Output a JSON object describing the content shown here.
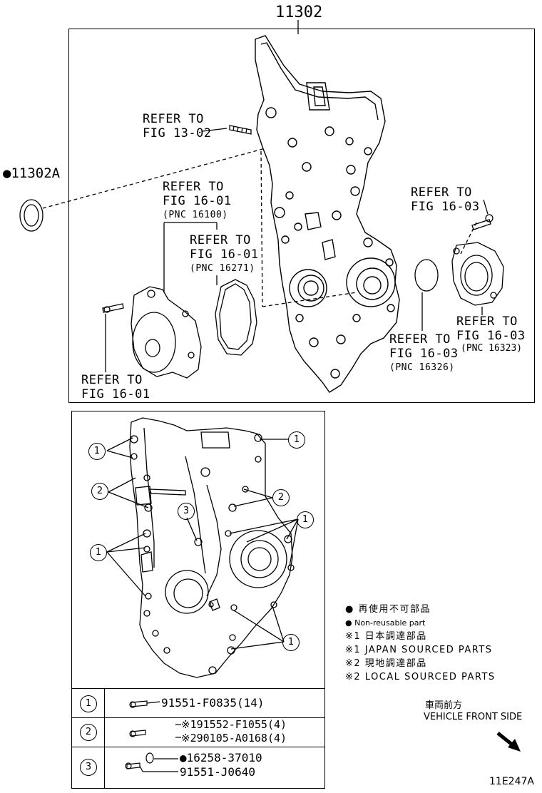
{
  "main_part_number": "11302",
  "seal_part": {
    "marker": "●",
    "number": "11302A"
  },
  "refers": {
    "r1": {
      "line1": "REFER TO",
      "line2": "FIG 13-02",
      "pnc": ""
    },
    "r2": {
      "line1": "REFER TO",
      "line2": "FIG 16-01",
      "pnc": "(PNC 16100)"
    },
    "r3": {
      "line1": "REFER TO",
      "line2": "FIG 16-01",
      "pnc": "(PNC 16271)"
    },
    "r4": {
      "line1": "REFER TO",
      "line2": "FIG 16-03",
      "pnc": ""
    },
    "r5": {
      "line1": "REFER TO",
      "line2": "FIG 16-03",
      "pnc": "(PNC 16323)"
    },
    "r6": {
      "line1": "REFER TO",
      "line2": "FIG 16-03",
      "pnc": "(PNC 16326)"
    },
    "r7": {
      "line1": "REFER TO",
      "line2": "FIG 16-01",
      "pnc": ""
    }
  },
  "bolt_callouts": {
    "c1": "1",
    "c2": "2",
    "c3": "3"
  },
  "legend": {
    "line1": "● 再使用不可部品",
    "line2": "● Non-reusable part",
    "line3": "※1 日本調達部品",
    "line4": "※1 JAPAN SOURCED PARTS",
    "line5": "※2 現地調達部品",
    "line6": "※2 LOCAL SOURCED PARTS"
  },
  "table": {
    "rows": [
      {
        "index": "1",
        "parts": [
          "91551-F0835(14)"
        ]
      },
      {
        "index": "2",
        "parts": [
          "※191552-F1055(4)",
          "※290105-A0168(4)"
        ]
      },
      {
        "index": "3",
        "parts": [
          "●16258-37010",
          "91551-J0640"
        ]
      }
    ]
  },
  "direction": {
    "jp": "車両前方",
    "en": "VEHICLE FRONT SIDE"
  },
  "figure_code": "11E247A"
}
